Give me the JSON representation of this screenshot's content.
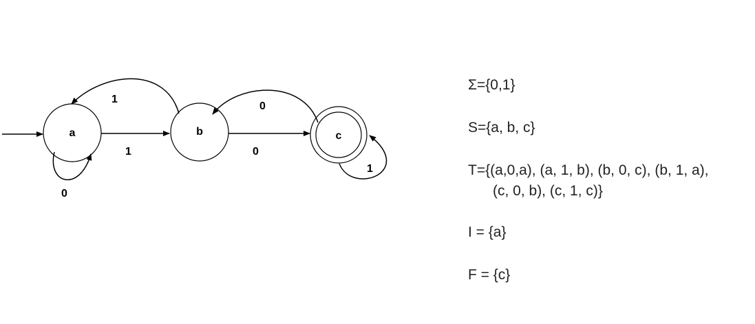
{
  "automaton": {
    "states": [
      {
        "id": "a",
        "label": "a",
        "initial": true,
        "accepting": false
      },
      {
        "id": "b",
        "label": "b",
        "initial": false,
        "accepting": false
      },
      {
        "id": "c",
        "label": "c",
        "initial": false,
        "accepting": true
      }
    ],
    "transitions": [
      {
        "from": "a",
        "to": "a",
        "symbol": "0"
      },
      {
        "from": "a",
        "to": "b",
        "symbol": "1"
      },
      {
        "from": "b",
        "to": "c",
        "symbol": "0"
      },
      {
        "from": "b",
        "to": "a",
        "symbol": "1"
      },
      {
        "from": "c",
        "to": "b",
        "symbol": "0"
      },
      {
        "from": "c",
        "to": "c",
        "symbol": "1"
      }
    ]
  },
  "definitions": {
    "sigma": "Σ={0,1}",
    "states": "S={a, b, c}",
    "transitions_line1": "T={(a,0,a), (a, 1, b), (b, 0, c), (b, 1, a),",
    "transitions_line2": "(c, 0, b), (c, 1, c)}",
    "initial": "I = {a}",
    "final": "F = {c}"
  }
}
